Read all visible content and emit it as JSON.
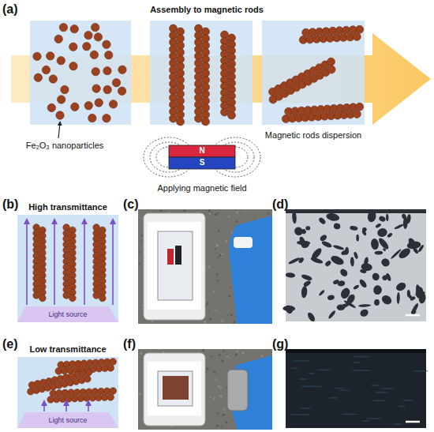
{
  "diagram": {
    "labels": [
      "Assembly to magnetic rods",
      "(a)",
      "Fe₂O₃ nanoparticles",
      "N",
      "S",
      "Applying magnetic field",
      "Magnetic rods dispersion",
      "(b)",
      "High transmittance",
      "Light source",
      "(c)",
      "(d)",
      "(e)",
      "Low transmittance",
      "Light source",
      "(f)",
      "(g)"
    ]
  }
}
